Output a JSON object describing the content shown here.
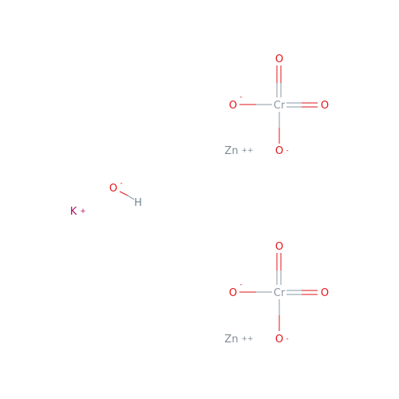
{
  "colors": {
    "oxygen": "#e0161b",
    "chromium": "#8a99a6",
    "zinc": "#7f8c93",
    "potassium": "#b0136c",
    "hydrogen": "#6f8790",
    "bond_oxygen": "#e0161b",
    "bond_chromium": "#8a99a6"
  },
  "labels": {
    "cr": "Cr",
    "o": "O",
    "zn": "Zn",
    "k": "K",
    "h": "H",
    "minus": "-",
    "plus": "+",
    "plusplus": "++"
  }
}
